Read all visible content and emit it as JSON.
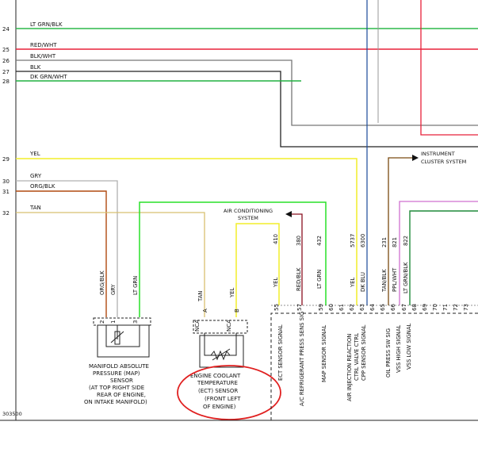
{
  "colors": {
    "lt_grn_blk": "#2db84a",
    "red_wht": "#e8203a",
    "blk_wht": "#777777",
    "blk": "#222222",
    "dk_grn_wht": "#20b040",
    "yel": "#f2ee2a",
    "gry": "#b0b0b0",
    "org_blk": "#b04a10",
    "tan": "#d8c070",
    "lt_grn": "#28e028",
    "red_blk": "#8a1020",
    "dk_blu": "#1a4a9a",
    "tan_blk": "#7a4a10",
    "ppl_wht": "#d070d0",
    "highlight": "#e02020"
  },
  "left_wires": [
    {
      "pin": "24",
      "label": "LT GRN/BLK"
    },
    {
      "pin": "25",
      "label": "RED/WHT"
    },
    {
      "pin": "26",
      "label": "BLK/WHT"
    },
    {
      "pin": "27",
      "label": "BLK"
    },
    {
      "pin": "28",
      "label": "DK GRN/WHT"
    },
    {
      "pin": "29",
      "label": "YEL"
    },
    {
      "pin": "30",
      "label": "GRY"
    },
    {
      "pin": "31",
      "label": "ORG/BLK"
    },
    {
      "pin": "32",
      "label": "TAN"
    }
  ],
  "instrument_label": [
    "INSTRUMENT",
    "CLUSTER SYSTEM"
  ],
  "ac_label": [
    "AIR CONDITIONING",
    "SYSTEM"
  ],
  "map_sensor": {
    "wire_labels": [
      "ORG/BLK",
      "GRY",
      "LT GRN"
    ],
    "pins": [
      "2",
      "1",
      "3"
    ],
    "caption": [
      "MANIFOLD ABSOLUTE",
      "PRESSURE (MAP)",
      "SENSOR",
      "(AT TOP RIGHT SIDE",
      "REAR OF ENGINE,",
      "ON INTAKE MANIFOLD)"
    ]
  },
  "ect_sensor": {
    "wire_labels": [
      "TAN",
      "YEL"
    ],
    "pins": [
      "NCA",
      "A",
      "NCA",
      "B"
    ],
    "caption": [
      "ENGINE COOLANT",
      "TEMPERATURE",
      "(ECT) SENSOR",
      "(FRONT LEFT",
      "OF ENGINE)"
    ]
  },
  "circuits": [
    {
      "circuit": "410",
      "color": "YEL",
      "pin": "55",
      "signal": "ECT SENSOR SIGNAL"
    },
    {
      "circuit": "380",
      "color": "RED/BLK",
      "pin": "57",
      "signal": "A/C REFRIGERANT PRESS SENS SIG"
    },
    {
      "circuit": "432",
      "color": "LT GRN",
      "pin": "59",
      "signal": "MAP SENSOR SIGNAL"
    },
    {
      "circuit": "",
      "color": "",
      "pin": "60",
      "signal": ""
    },
    {
      "circuit": "",
      "color": "",
      "pin": "61",
      "signal": "AIR INJECTION REACTION"
    },
    {
      "circuit": "",
      "color": "",
      "pin": "62",
      "signal": "CTRL VALVE CTRL"
    },
    {
      "circuit": "5737",
      "color": "YEL",
      "pin": "63",
      "signal": "CPP SENSOR SIGNAL"
    },
    {
      "circuit": "6300",
      "color": "DK BLU",
      "pin": "64",
      "signal": ""
    },
    {
      "circuit": "231",
      "color": "TAN/BLK",
      "pin": "65",
      "signal": "OIL PRESS SW SIG"
    },
    {
      "circuit": "821",
      "color": "PPL/WHT",
      "pin": "66",
      "signal": "VSS HIGH SIGNAL"
    },
    {
      "circuit": "822",
      "color": "LT GRN/BLK",
      "pin": "67",
      "signal": "VSS LOW SIGNAL"
    },
    {
      "circuit": "",
      "color": "",
      "pin": "68",
      "signal": ""
    },
    {
      "circuit": "",
      "color": "",
      "pin": "69",
      "signal": ""
    },
    {
      "circuit": "",
      "color": "",
      "pin": "70",
      "signal": ""
    },
    {
      "circuit": "",
      "color": "",
      "pin": "71",
      "signal": ""
    },
    {
      "circuit": "",
      "color": "",
      "pin": "72",
      "signal": ""
    },
    {
      "circuit": "",
      "color": "",
      "pin": "73",
      "signal": ""
    }
  ],
  "figure_id": "303500"
}
